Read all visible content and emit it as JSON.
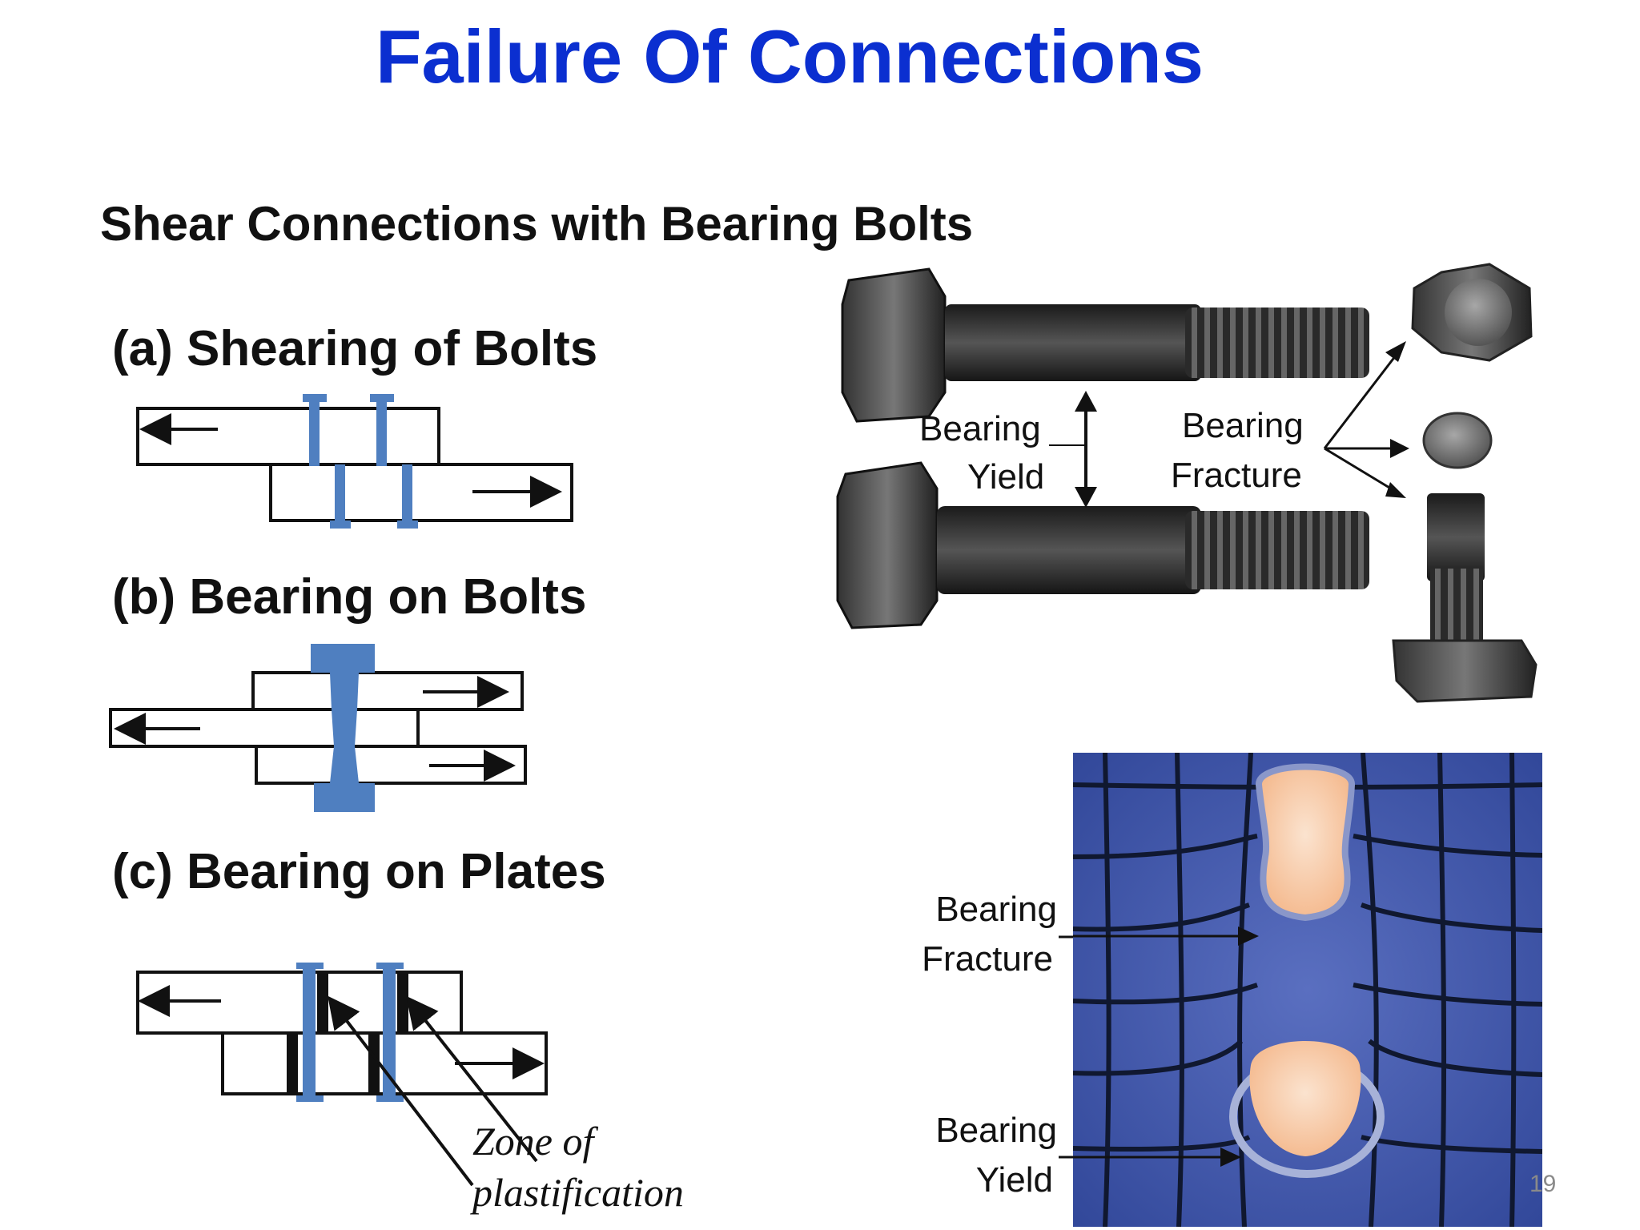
{
  "title": "Failure Of Connections",
  "subtitle": "Shear Connections with Bearing Bolts",
  "sections": {
    "a": "(a) Shearing of Bolts",
    "b": "(b) Bearing on Bolts",
    "c": "(c) Bearing on Plates"
  },
  "zone_label": {
    "line1": "Zone of",
    "line2": "plastification"
  },
  "bolt_photo": {
    "bearing_yield": {
      "line1": "Bearing",
      "line2": "Yield"
    },
    "bearing_fracture": {
      "line1": "Bearing",
      "line2": "Fracture"
    }
  },
  "plate_photo": {
    "bearing_fracture": {
      "line1": "Bearing",
      "line2": "Fracture"
    },
    "bearing_yield": {
      "line1": "Bearing",
      "line2": "Yield"
    }
  },
  "page_number": "19",
  "colors": {
    "title": "#0b2fd0",
    "bolt_blue": "#4f7fc0",
    "photo_blue": "#3b55a8"
  }
}
